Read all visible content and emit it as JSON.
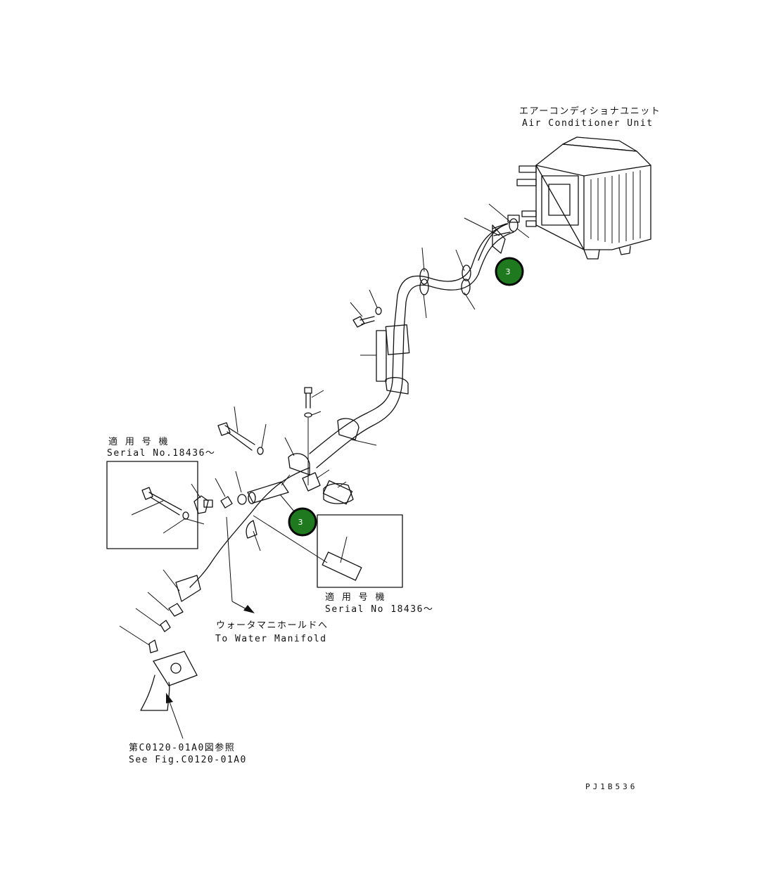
{
  "labels": {
    "ac_unit_jp": "エアーコンディショナユニット",
    "ac_unit_en": "Air Conditioner Unit",
    "serial_upper_jp": "適 用 号 機",
    "serial_upper_en": "Serial No.18436～",
    "serial_lower_jp": "適 用 号 機",
    "serial_lower_en": "Serial No 18436～",
    "water_manifold_jp": "ウォータマニホールドへ",
    "water_manifold_en": "To Water Manifold",
    "see_fig_jp": "第C0120-01A0図参照",
    "see_fig_en": "See Fig.C0120-01A0",
    "drawing_code": "PJ1B536"
  },
  "callouts": [
    {
      "number": "3"
    },
    {
      "number": "3"
    }
  ],
  "colors": {
    "callout_fill": "#1f7a1f",
    "callout_text": "#ffffff",
    "line": "#111111"
  }
}
